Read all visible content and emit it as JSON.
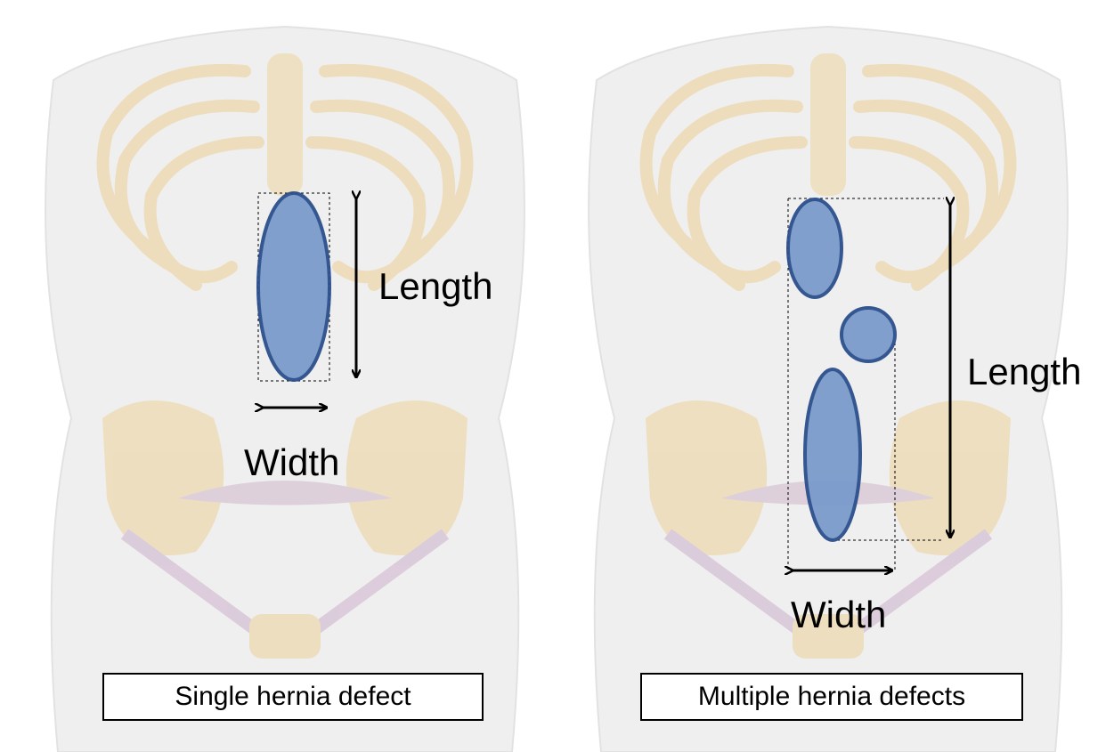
{
  "left_panel": {
    "caption": "Single hernia defect",
    "length_label": "Length",
    "width_label": "Width"
  },
  "right_panel": {
    "caption": "Multiple hernia defects",
    "length_label": "Length",
    "width_label": "Width"
  },
  "colors": {
    "defect_fill": "#7b9bcc",
    "defect_stroke": "#2c4f8c",
    "bone": "#e9d9b8",
    "torso": "#eeeeee"
  }
}
